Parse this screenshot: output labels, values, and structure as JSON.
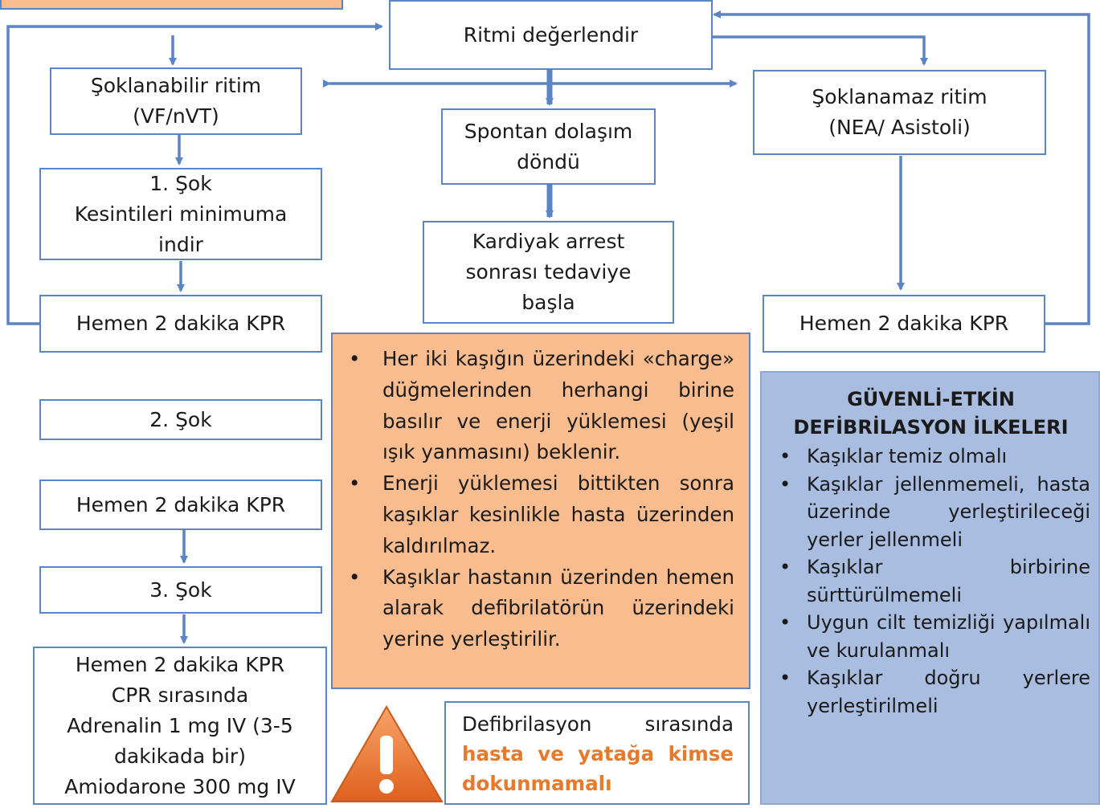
{
  "boxes": {
    "ritmi": "Ritmi değerlendir",
    "sok_ritim_1": "Şoklanabilir ritim",
    "sok_ritim_2": "(VF/nVT)",
    "spontan_1": "Spontan dolaşım",
    "spontan_2": "döndü",
    "soklanamaz_1": "Şoklanamaz ritim",
    "soklanamaz_2": "(NEA/ Asistoli)",
    "ilk_sok_1": "1. Şok",
    "ilk_sok_2": "Kesintileri minimuma",
    "ilk_sok_3": "indir",
    "kardiyak_1": "Kardiyak arrest",
    "kardiyak_2": "sonrası tedaviye",
    "kardiyak_3": "başla",
    "kpr_left": "Hemen 2 dakika KPR",
    "kpr_right": "Hemen 2 dakika KPR",
    "ikinci_sok": "2. Şok",
    "kpr_left_2": "Hemen 2 dakika KPR",
    "ucuncu_sok": "3. Şok",
    "final_1": "Hemen 2 dakika KPR",
    "final_2": "CPR sırasında",
    "final_3": "Adrenalin 1 mg IV (3-5",
    "final_4": "dakikada bir)",
    "final_5": "Amiodarone 300 mg IV"
  },
  "orange_panel": {
    "items": [
      "Her iki kaşığın üzerindeki «charge» düğmelerinden herhangi birine basılır ve enerji yüklemesi (yeşil ışık yanmasını) beklenir.",
      "Enerji yüklemesi bittikten sonra kaşıklar kesinlikle hasta üzerinden kaldırılmaz.",
      "Kaşıklar hastanın üzerinden hemen alarak defibrilatörün üzerindeki yerine yerleştirilir."
    ]
  },
  "warning": {
    "text_plain": "Defibrilasyon sırasında",
    "text_highlight": "hasta ve yatağa kimse dokunmamalı"
  },
  "safety_panel": {
    "title_1": "GÜVENLİ-ETKİN",
    "title_2": "DEFİBRİLASYON İLKELERI",
    "items": [
      "Kaşıklar temiz olmalı",
      "Kaşıklar jellenmemeli, hasta üzerinde yerleştirileceği yerler jellenmeli",
      "Kaşıklar birbirine sürttürülmemeli",
      "Uygun cilt temizliği yapılmalı ve kurulanmalı",
      "Kaşıklar doğru yerlere yerleştirilmeli"
    ]
  },
  "colors": {
    "line": "#5b84c4",
    "orange_fill": "#f8bc8e",
    "blue_fill": "#a9bde0",
    "highlight_text": "#e7792b",
    "warning_triangle": "#e8702a"
  }
}
